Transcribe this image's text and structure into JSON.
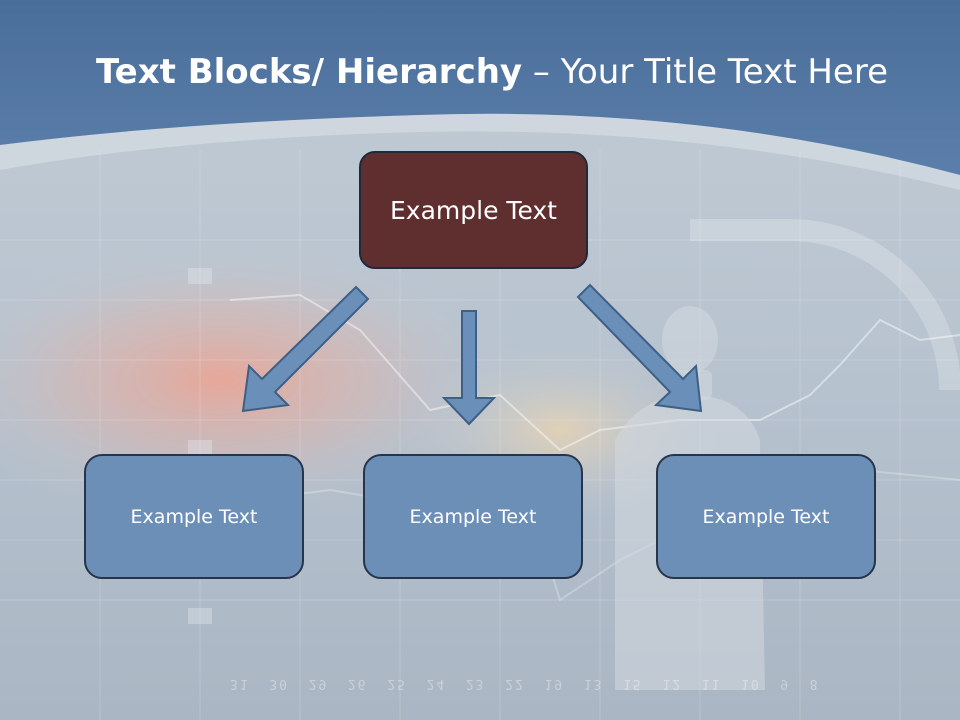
{
  "title": {
    "bold_part": "Text Blocks/ Hierarchy",
    "separator": " – ",
    "normal_part": "Your Title Text Here"
  },
  "diagram": {
    "top_box": {
      "label": "Example Text"
    },
    "children": [
      {
        "label": "Example Text"
      },
      {
        "label": "Example Text"
      },
      {
        "label": "Example Text"
      }
    ]
  },
  "background": {
    "scale_numbers_text": "31  30  29  26  25  24  23  22  19  13  15  12  11  10  9  8"
  },
  "colors": {
    "header_band": "#4f73a0",
    "top_box_fill": "#5f2f30",
    "child_box_fill": "#6c8fb8",
    "arrow_fill": "#6a8fb8",
    "arrow_stroke": "#3e5f86",
    "title_text": "#ffffff"
  }
}
